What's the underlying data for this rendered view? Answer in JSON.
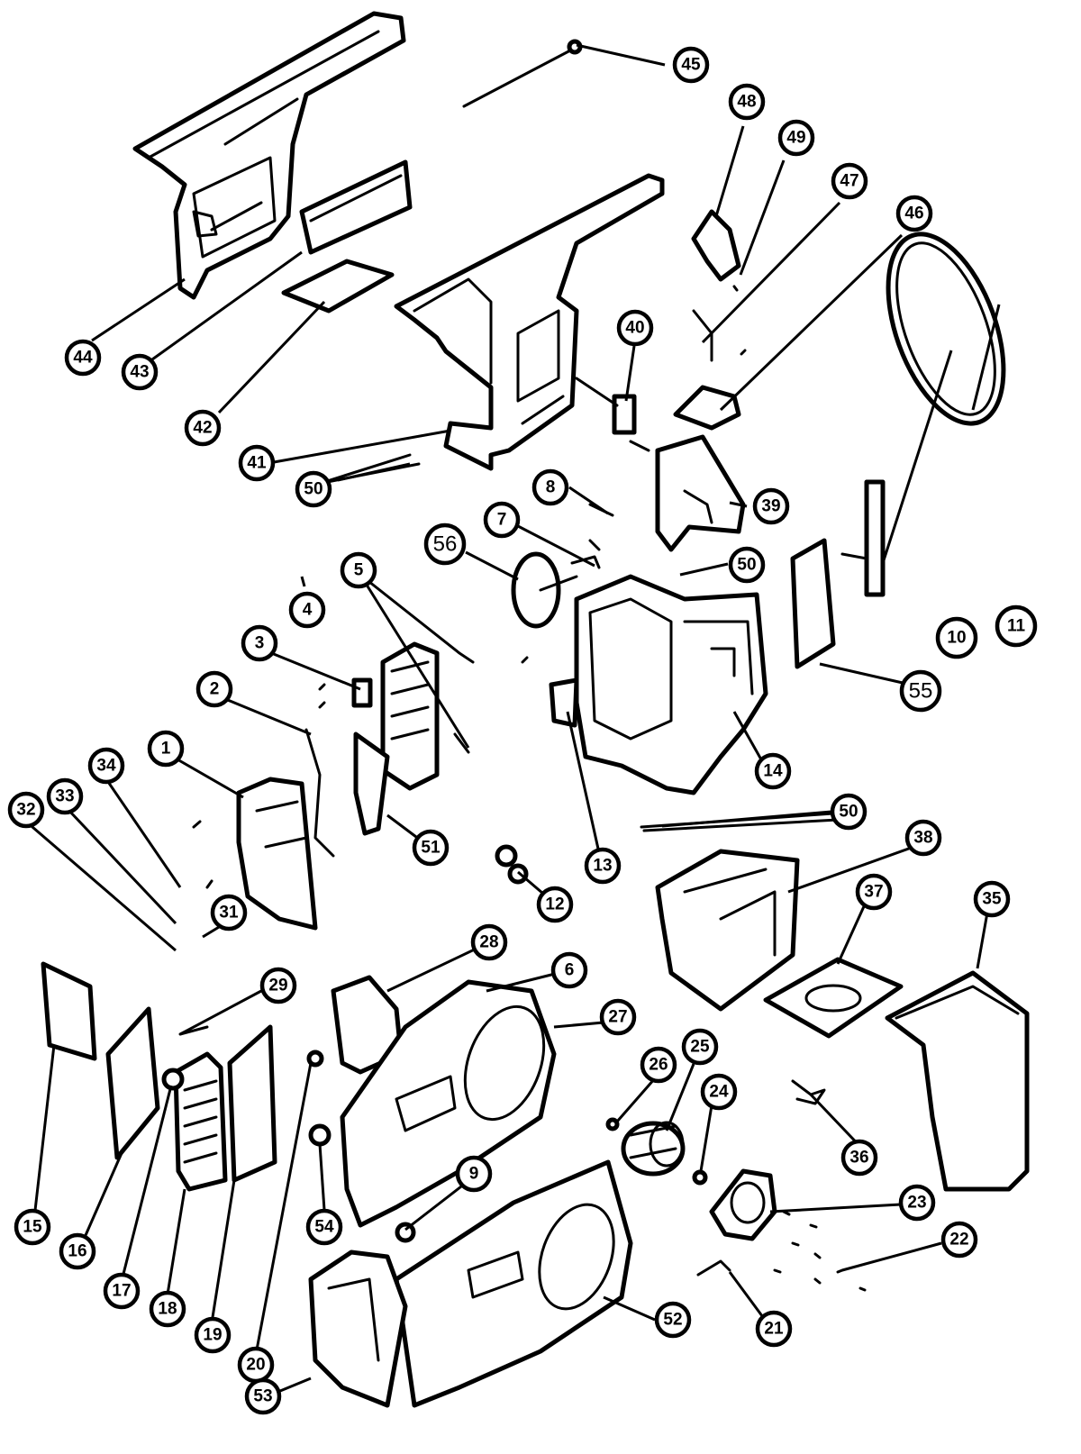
{
  "diagram": {
    "callouts": [
      {
        "label": "1"
      },
      {
        "label": "2"
      },
      {
        "label": "3"
      },
      {
        "label": "4"
      },
      {
        "label": "5"
      },
      {
        "label": "6"
      },
      {
        "label": "7"
      },
      {
        "label": "8"
      },
      {
        "label": "9"
      },
      {
        "label": "10"
      },
      {
        "label": "11"
      },
      {
        "label": "12"
      },
      {
        "label": "13"
      },
      {
        "label": "14"
      },
      {
        "label": "15"
      },
      {
        "label": "16"
      },
      {
        "label": "17"
      },
      {
        "label": "18"
      },
      {
        "label": "19"
      },
      {
        "label": "20"
      },
      {
        "label": "21"
      },
      {
        "label": "22"
      },
      {
        "label": "23"
      },
      {
        "label": "24"
      },
      {
        "label": "25"
      },
      {
        "label": "26"
      },
      {
        "label": "27"
      },
      {
        "label": "28"
      },
      {
        "label": "29"
      },
      {
        "label": "31"
      },
      {
        "label": "32"
      },
      {
        "label": "33"
      },
      {
        "label": "34"
      },
      {
        "label": "35"
      },
      {
        "label": "36"
      },
      {
        "label": "37"
      },
      {
        "label": "38"
      },
      {
        "label": "39"
      },
      {
        "label": "40"
      },
      {
        "label": "41"
      },
      {
        "label": "42"
      },
      {
        "label": "43"
      },
      {
        "label": "44"
      },
      {
        "label": "45"
      },
      {
        "label": "46"
      },
      {
        "label": "47"
      },
      {
        "label": "48"
      },
      {
        "label": "49"
      },
      {
        "label": "50"
      },
      {
        "label": "50"
      },
      {
        "label": "50"
      },
      {
        "label": "51"
      },
      {
        "label": "52"
      },
      {
        "label": "53"
      },
      {
        "label": "54"
      },
      {
        "label": "55"
      },
      {
        "label": "56"
      }
    ]
  }
}
